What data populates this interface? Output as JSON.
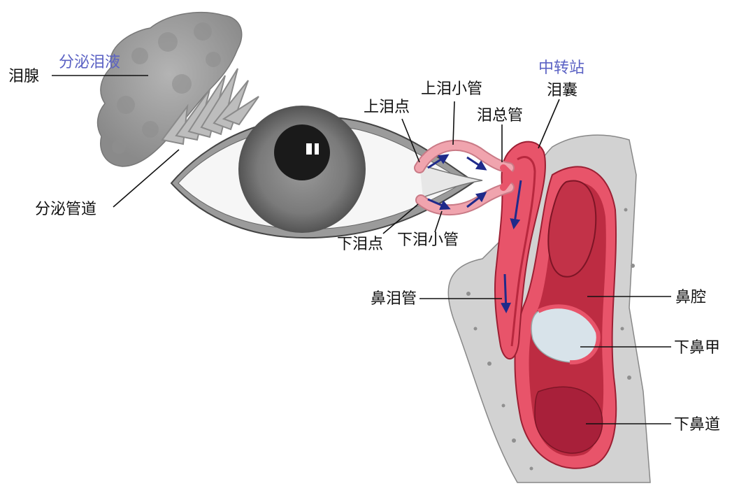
{
  "labels": {
    "lacrimal_gland": "泪腺",
    "excretory_ducts": "分泌管道",
    "upper_punctum": "上泪点",
    "upper_canaliculus": "上泪小管",
    "common_canaliculus": "泪总管",
    "lacrimal_sac": "泪囊",
    "lower_punctum": "下泪点",
    "lower_canaliculus": "下泪小管",
    "nasolacrimal_duct": "鼻泪管",
    "nasal_cavity": "鼻腔",
    "inferior_turbinate": "下鼻甲",
    "inferior_meatus": "下鼻道"
  },
  "notes": {
    "secrete_tears": "分泌泪液",
    "relay_station": "中转站"
  },
  "colors": {
    "label_text": "#111111",
    "note_text": "#5b62c4",
    "flow_arrow": "#1f2a8a",
    "mucosa": "#e8546a",
    "mucosa_dark": "#b8283e",
    "canaliculus": "#f0a4ae",
    "bone": "#cfcfcf",
    "gland": "#9a9a9a",
    "iris": "#7d7d7d"
  }
}
